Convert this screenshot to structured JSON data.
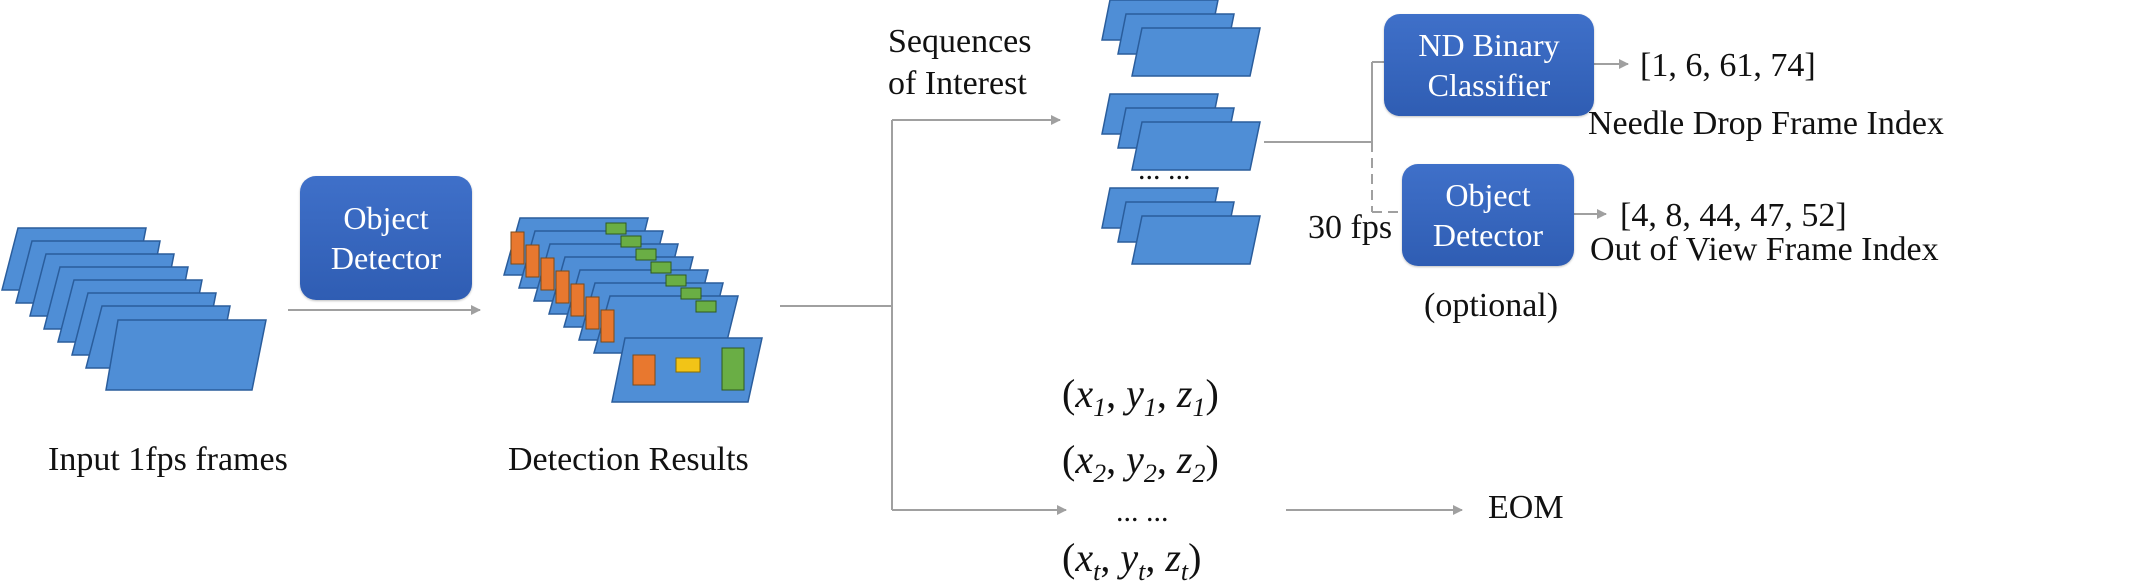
{
  "input_label": "Input 1fps frames",
  "detector_block": {
    "line1": "Object",
    "line2": "Detector"
  },
  "detection_label": "Detection Results",
  "soi_label": {
    "line1": "Sequences",
    "line2": "of Interest"
  },
  "soi_ellipsis": "... ...",
  "nd_block": {
    "line1": "ND Binary",
    "line2": "Classifier"
  },
  "nd_output": "[1, 6, 61, 74]",
  "nd_output_label": "Needle Drop Frame Index",
  "fps_label": "30 fps",
  "od_block": {
    "line1": "Object",
    "line2": "Detector"
  },
  "od_output": "[4, 8, 44, 47, 52]",
  "od_output_label": "Out of View Frame Index",
  "optional_label": "(optional)",
  "coords": {
    "row1": {
      "x": "x",
      "y": "y",
      "z": "z",
      "sub": "1"
    },
    "row2": {
      "x": "x",
      "y": "y",
      "z": "z",
      "sub": "2"
    },
    "ellipsis": "... ...",
    "rowt": {
      "x": "x",
      "y": "y",
      "z": "z",
      "sub": "t"
    }
  },
  "eom_label": "EOM",
  "colors": {
    "frame_fill": "#4f8ed6",
    "frame_stroke": "#2a5d9c",
    "block": "#3466c2",
    "line": "#a0a0a0",
    "box_orange": "#e8782f",
    "box_green": "#6aae45",
    "box_yellow": "#f2c417"
  }
}
